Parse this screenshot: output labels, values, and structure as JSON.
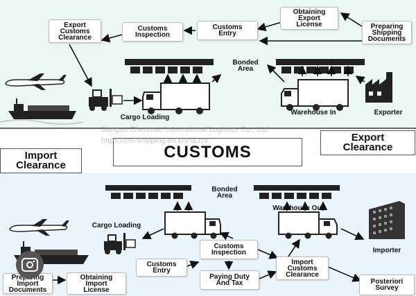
{
  "banner": {
    "title": "CUSTOMS",
    "export_clearance": "Export\nClearance",
    "import_clearance": "Import\nClearance"
  },
  "watermark": {
    "line1": "Jiangsu Chenmao International Logistics Co., Ltd",
    "line2": "https://cm-shipping.en.china.cn/"
  },
  "export_flow": {
    "steps": [
      "Preparing\nShipping\nDocuments",
      "Obtaining\nExport\nLicense",
      "Customs\nEntry",
      "Customs\nInspection",
      "Export\nCustoms\nClearance"
    ],
    "labels": {
      "bonded_area": "Bonded\nArea",
      "cargo_loading": "Cargo Loading",
      "warehouse_in": "Warehouse In",
      "exporter": "Exporter"
    }
  },
  "import_flow": {
    "steps": [
      "Preparing\nImport\nDocuments",
      "Obtaining\nImport\nLicense",
      "Customs\nEntry",
      "Customs\nInspection",
      "Paying Duty\nAnd Tax",
      "Import\nCustoms\nClearance",
      "Posteriori\nSurvey"
    ],
    "labels": {
      "bonded_area": "Bonded\nArea",
      "warehouse_out": "Warehouse Out",
      "cargo_loading": "Cargo Loading",
      "importer": "Importer"
    }
  },
  "colors": {
    "top_bg": "#eaf7f5",
    "bottom_bg": "#e9f5fb",
    "ink": "#111111"
  },
  "icons": [
    "airplane-icon",
    "ship-icon",
    "forklift-icon",
    "truck-icon",
    "warehouse-icon",
    "factory-icon",
    "office-building-icon",
    "lens-search-icon"
  ]
}
